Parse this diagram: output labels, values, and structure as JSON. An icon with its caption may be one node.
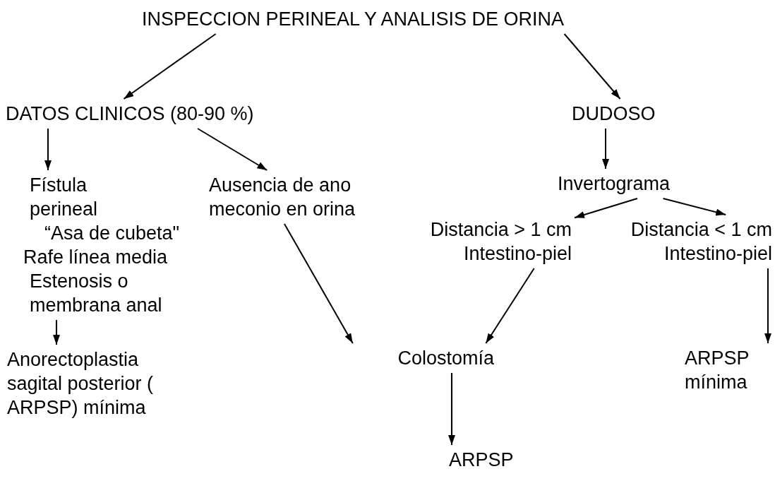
{
  "diagram": {
    "nodes": [
      {
        "text": [
          "INSPECCION PERINEAL Y ANALISIS DE ORINA"
        ]
      },
      {
        "text": [
          "DATOS CLINICOS (80-90 %)"
        ]
      },
      {
        "text": [
          "DUDOSO"
        ]
      },
      {
        "text": [
          "Fístula perineal",
          "“Asa de cubeta\"",
          "Rafe línea media",
          "Estenosis o membrana anal"
        ]
      },
      {
        "text": [
          "Ausencia de ano meconio en orina"
        ]
      },
      {
        "text": [
          "Invertograma"
        ]
      },
      {
        "text": [
          "Distancia > 1 cm Intestino-piel"
        ]
      },
      {
        "text": [
          "Distancia < 1 cm Intestino-piel"
        ]
      },
      {
        "text": [
          "Anorectoplastia sagital posterior ( ARPSP) mínima"
        ]
      },
      {
        "text": [
          "Colostomía"
        ]
      },
      {
        "text": [
          "ARPSP mínima"
        ]
      },
      {
        "text": [
          "ARPSP"
        ]
      }
    ],
    "edges": [
      {
        "from": 0,
        "to": 1,
        "arrow": "to"
      },
      {
        "from": 0,
        "to": 2,
        "arrow": "to"
      },
      {
        "from": 1,
        "to": 3,
        "arrow": "to"
      },
      {
        "from": 1,
        "to": 4,
        "arrow": "to"
      },
      {
        "from": 2,
        "to": 5,
        "arrow": "to"
      },
      {
        "from": 3,
        "to": 8,
        "arrow": "to"
      },
      {
        "from": 4,
        "to": 9,
        "arrow": "to"
      },
      {
        "from": 5,
        "to": 6,
        "arrow": "to"
      },
      {
        "from": 5,
        "to": 7,
        "arrow": "to"
      },
      {
        "from": 6,
        "to": 9,
        "arrow": "to"
      },
      {
        "from": 7,
        "to": 10,
        "arrow": "to"
      },
      {
        "from": 9,
        "to": 11,
        "arrow": "to"
      }
    ]
  }
}
